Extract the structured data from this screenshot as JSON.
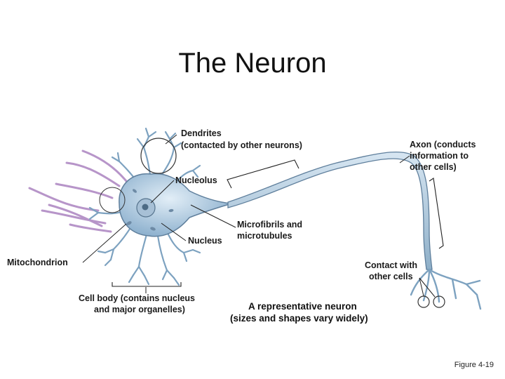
{
  "slide": {
    "title": "The Neuron",
    "figure_label": "Figure 4-19"
  },
  "colors": {
    "cell_fill": "#b7cfe2",
    "cell_stroke": "#5f7f9c",
    "dendrite_purple": "#c8a9d8",
    "line": "#222222"
  },
  "labels": {
    "dendrites_1": "Dendrites",
    "dendrites_2": "(contacted by other neurons)",
    "nucleolus": "Nucleolus",
    "axon_1": "Axon (conducts",
    "axon_2": "information to",
    "axon_3": "other cells)",
    "microfibrils_1": "Microfibrils and",
    "microfibrils_2": "microtubules",
    "nucleus": "Nucleus",
    "mitochondrion": "Mitochondrion",
    "contact_1": "Contact with",
    "contact_2": "other cells",
    "cell_body_1": "Cell body (contains nucleus",
    "cell_body_2": "and major organelles)",
    "caption_1": "A representative neuron",
    "caption_2": "(sizes and shapes vary widely)"
  }
}
